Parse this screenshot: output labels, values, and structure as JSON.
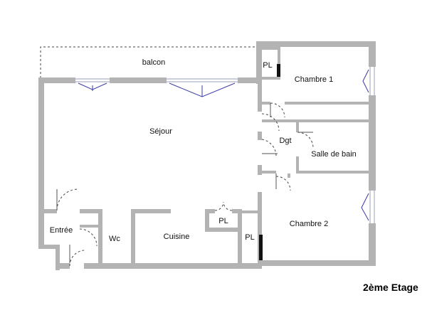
{
  "rooms": {
    "balcon": "balcon",
    "sejour": "Séjour",
    "chambre1": "Chambre 1",
    "chambre2": "Chambre 2",
    "dgt": "Dgt",
    "salle_de_bain": "Salle de bain",
    "entree": "Entrée",
    "wc": "Wc",
    "cuisine": "Cuisine",
    "pl_top": "PL",
    "pl_middle": "PL",
    "pl_bottom": "PL"
  },
  "floor_label": "2ème Etage",
  "colors": {
    "wall": "#b3b3b3",
    "outline": "#555555",
    "window": "#3a3aa8"
  }
}
